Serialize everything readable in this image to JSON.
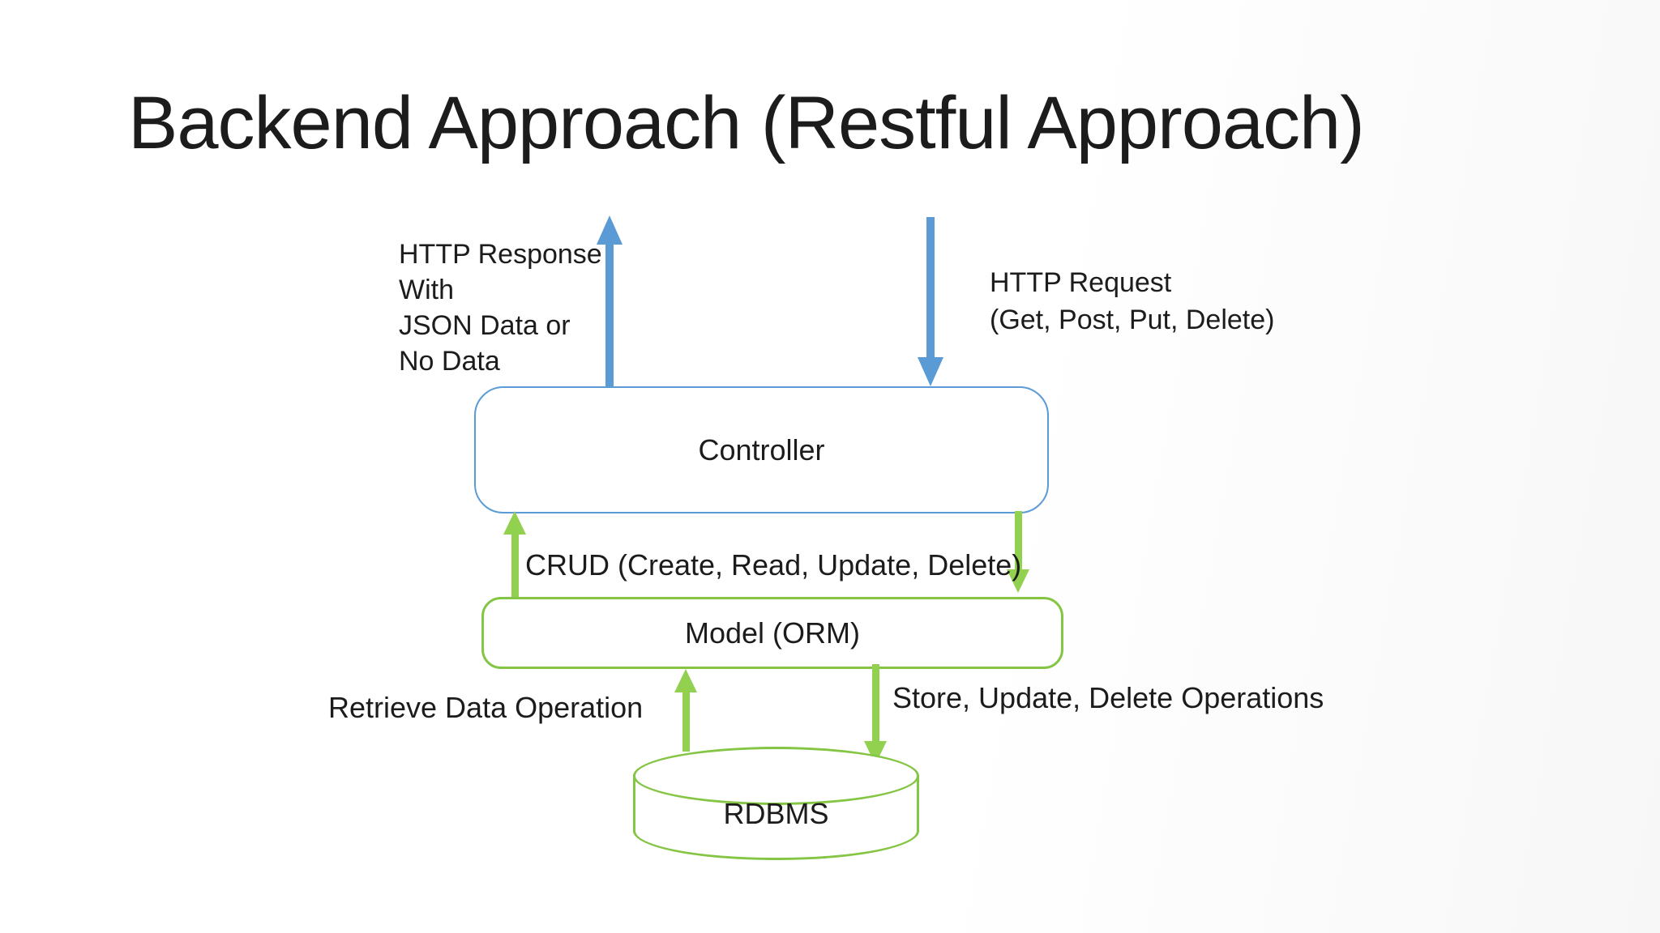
{
  "slide": {
    "title": "Backend Approach (Restful Approach)"
  },
  "colors": {
    "blue": "#5B9BD5",
    "green": "#92D050",
    "green_border": "#84C544",
    "text": "#1C1C1C",
    "background": "#FFFFFF"
  },
  "flows": {
    "http_response": "HTTP Response\nWith\nJSON Data or\nNo Data",
    "http_request": "HTTP Request\n(Get, Post, Put, Delete)",
    "crud": "CRUD (Create, Read, Update, Delete)",
    "retrieve": "Retrieve Data Operation",
    "store": "Store, Update, Delete Operations"
  },
  "nodes": {
    "controller": "Controller",
    "model": "Model (ORM)",
    "rdbms": "RDBMS"
  }
}
